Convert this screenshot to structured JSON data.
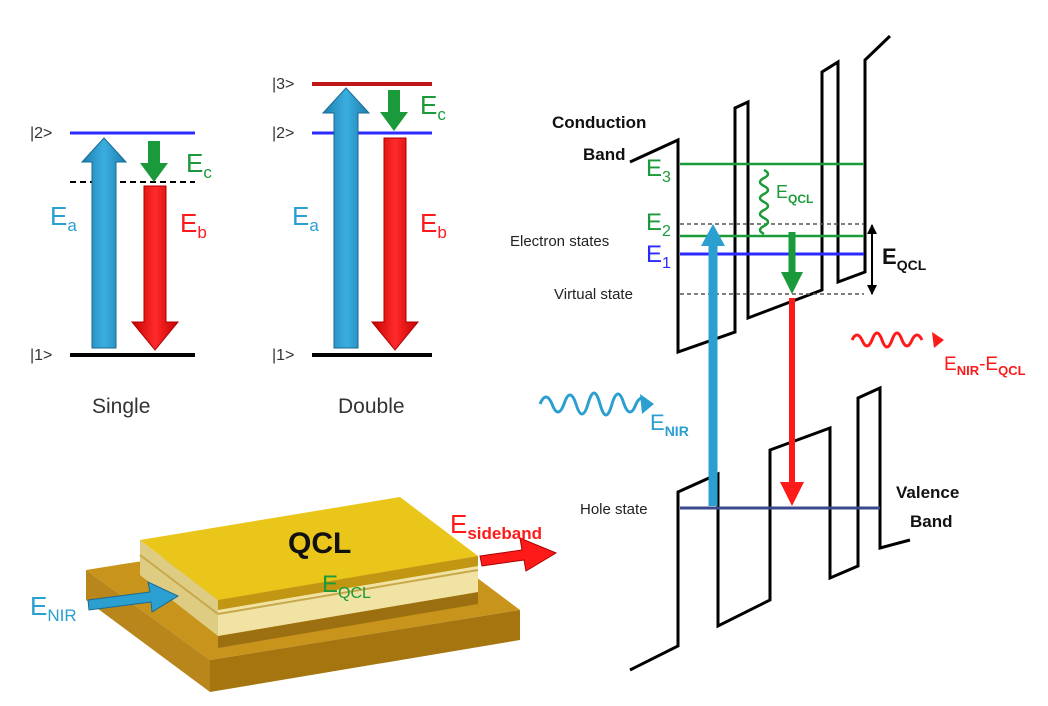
{
  "colors": {
    "blue": "#2a9fd0",
    "red": "#ff1a1a",
    "green": "#1a9a3a",
    "level_blue": "#2b2bff",
    "level_red": "#c01818",
    "black": "#000000",
    "gray": "#333333",
    "navy": "#3b4a8f",
    "qcl_top": "#e9c619",
    "qcl_side": "#d6a80f",
    "substrate": "#c9941c",
    "layer_light": "#f3e9b0"
  },
  "single": {
    "level1": "|1>",
    "level2": "|2>",
    "Ea": "E",
    "Ea_sub": "a",
    "Eb": "E",
    "Eb_sub": "b",
    "Ec": "E",
    "Ec_sub": "c",
    "caption": "Single"
  },
  "double": {
    "level1": "|1>",
    "level2": "|2>",
    "level3": "|3>",
    "Ea": "E",
    "Ea_sub": "a",
    "Eb": "E",
    "Eb_sub": "b",
    "Ec": "E",
    "Ec_sub": "c",
    "caption": "Double"
  },
  "device": {
    "qcl_label": "QCL",
    "eqcl": "E",
    "eqcl_sub": "QCL",
    "enir": "E",
    "enir_sub": "NIR",
    "esideband": "E",
    "esideband_sub": "sideband"
  },
  "band": {
    "conduction_line1": "Conduction",
    "conduction_line2": "Band",
    "valence_line1": "Valence",
    "valence_line2": "Band",
    "electron_states": "Electron states",
    "virtual_state": "Virtual state",
    "hole_state": "Hole state",
    "E3": "E",
    "E3_sub": "3",
    "E2": "E",
    "E2_sub": "2",
    "E1": "E",
    "E1_sub": "1",
    "eqcl_wave": "E",
    "eqcl_wave_sub": "QCL",
    "eqcl_bracket": "E",
    "eqcl_bracket_sub": "QCL",
    "enir": "E",
    "enir_sub": "NIR",
    "enir_minus_eqcl_a": "E",
    "enir_minus_eqcl_a_sub": "NIR",
    "enir_minus_eqcl_dash": "-",
    "enir_minus_eqcl_b": "E",
    "enir_minus_eqcl_b_sub": "QCL"
  }
}
